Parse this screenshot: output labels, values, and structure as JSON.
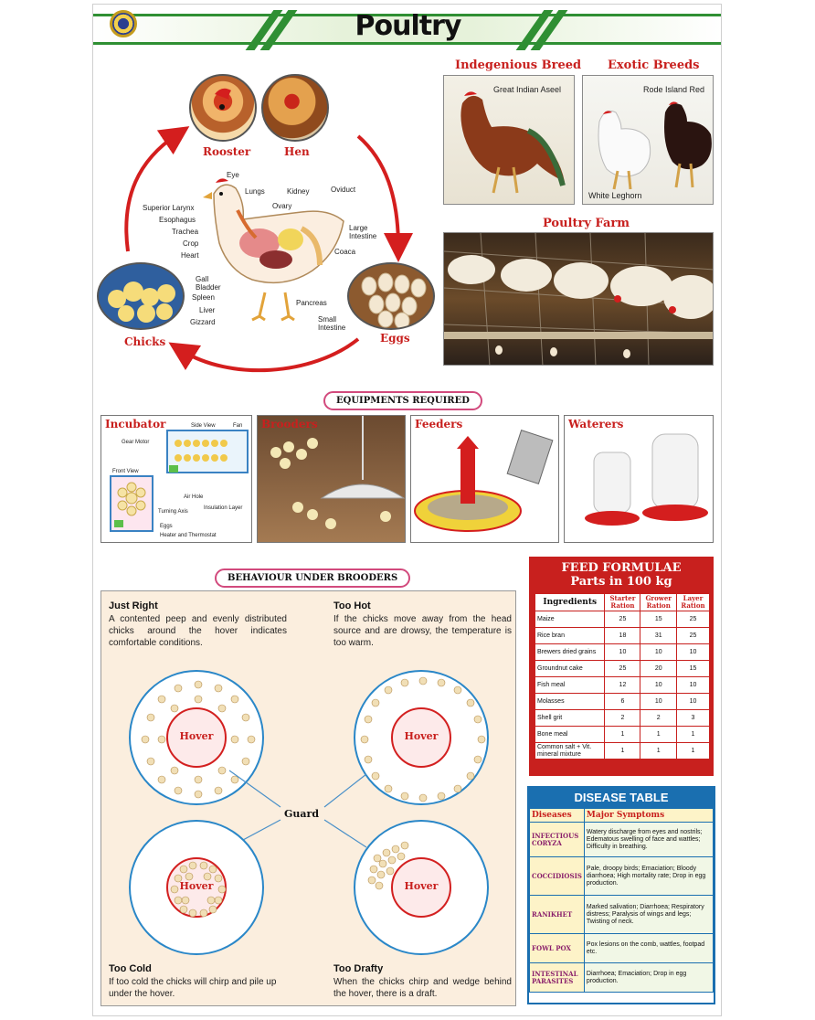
{
  "title": "Poultry",
  "cycle": {
    "rooster": "Rooster",
    "hen": "Hen",
    "eggs": "Eggs",
    "chicks": "Chicks",
    "anatomy": [
      "Eye",
      "Lungs",
      "Kidney",
      "Oviduct",
      "Superior Larynx",
      "Esophagus",
      "Trachea",
      "Crop",
      "Heart",
      "Ovary",
      "Large Intestine",
      "Coaca",
      "Gall Bladder",
      "Spleen",
      "Liver",
      "Gizzard",
      "Pancreas",
      "Small Intestine"
    ]
  },
  "breeds": {
    "indigenous_title": "Indegenious Breed",
    "indigenous_name": "Great Indian Aseel",
    "exotic_title": "Exotic Breeds",
    "exotic_names": [
      "Rode Island Red",
      "White Leghorn"
    ],
    "farm_title": "Poultry Farm"
  },
  "equipment": {
    "title": "EQUIPMENTS REQUIRED",
    "items": [
      "Incubator",
      "Brooders",
      "Feeders",
      "Waterers"
    ],
    "incubator_labels": [
      "Side View",
      "Fan",
      "Gear Motor",
      "Front View",
      "Air Hole",
      "Insulation Layer",
      "Turning Axis",
      "Eggs",
      "Heater and Thermostat"
    ]
  },
  "behaviour": {
    "title": "BEHAVIOUR UNDER BROODERS",
    "hover": "Hover",
    "guard": "Guard",
    "cases": [
      {
        "head": "Just Right",
        "text": "A contented peep and evenly distributed chicks around the hover indicates comfortable conditions."
      },
      {
        "head": "Too Hot",
        "text": "If the chicks move away from the head source and are drowsy, the temperature is too warm."
      },
      {
        "head": "Too Cold",
        "text": "If too cold the chicks will chirp and pile up under the hover."
      },
      {
        "head": "Too Drafty",
        "text": "When the chicks chirp and wedge behind the hover, there is a draft."
      }
    ]
  },
  "feed": {
    "title1": "FEED FORMULAE",
    "title2": "Parts in 100 kg",
    "headers": [
      "Ingredients",
      "Starter Ration",
      "Grower Ration",
      "Layer Ration"
    ],
    "rows": [
      [
        "Maize",
        "25",
        "15",
        "25"
      ],
      [
        "Rice bran",
        "18",
        "31",
        "25"
      ],
      [
        "Brewers dried grains",
        "10",
        "10",
        "10"
      ],
      [
        "Groundnut cake",
        "25",
        "20",
        "15"
      ],
      [
        "Fish meal",
        "12",
        "10",
        "10"
      ],
      [
        "Molasses",
        "6",
        "10",
        "10"
      ],
      [
        "Shell grit",
        "2",
        "2",
        "3"
      ],
      [
        "Bone meal",
        "1",
        "1",
        "1"
      ],
      [
        "Common salt + Vit. mineral mixture",
        "1",
        "1",
        "1"
      ]
    ]
  },
  "disease": {
    "title": "DISEASE TABLE",
    "headers": [
      "Diseases",
      "Major Symptoms"
    ],
    "rows": [
      [
        "INFECTIOUS CORYZA",
        "Watery discharge from eyes and nostrils; Edematous swelling of face and wattles; Difficulty in breathing."
      ],
      [
        "COCCIDIOSIS",
        "Pale, droopy birds; Emaciation; Bloody diarrhoea; High mortality rate; Drop in egg production."
      ],
      [
        "RANIKHET",
        "Marked salivation; Diarrhoea; Respiratory distress; Paralysis of wings and legs; Twisting of neck."
      ],
      [
        "FOWL POX",
        "Pox lesions on the comb, wattles, footpad etc."
      ],
      [
        "INTESTINAL PARASITES",
        "Diarrhoea; Emaciation; Drop in egg production."
      ]
    ]
  },
  "colors": {
    "accent_red": "#c8201e",
    "accent_green": "#2f8f33",
    "accent_blue": "#1a6fb0"
  }
}
